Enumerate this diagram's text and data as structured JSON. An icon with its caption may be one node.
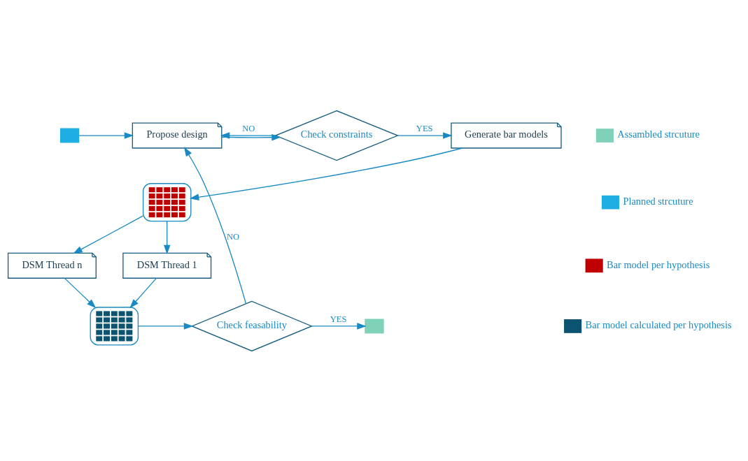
{
  "diagram": {
    "nodes": [
      {
        "text": [],
        "shape": "box"
      },
      {
        "text": [
          "Propose design"
        ]
      },
      {
        "text": [
          "Check constraints"
        ]
      },
      {
        "text": [
          "Generate bar models"
        ]
      },
      {
        "text": [],
        "shape": "box"
      },
      {
        "text": [
          "DSM Thread 1"
        ]
      },
      {
        "text": [
          "DSM Thread n"
        ]
      },
      {
        "text": [],
        "shape": "box"
      },
      {
        "text": [
          "Check feasability"
        ]
      },
      {
        "text": [],
        "shape": "box"
      }
    ],
    "edges": [
      {
        "from": 0,
        "to": 1,
        "arrow": "to"
      },
      {
        "from": 1,
        "to": 2,
        "arrow": "to"
      },
      {
        "from": 2,
        "to": 3,
        "arrow": "to",
        "label": "YES"
      },
      {
        "from": 2,
        "to": 1,
        "arrow": "to",
        "label": "NO"
      },
      {
        "from": 3,
        "to": 4,
        "arrow": "to"
      },
      {
        "from": 4,
        "to": 5,
        "arrow": "to"
      },
      {
        "from": 4,
        "to": 6,
        "arrow": "to"
      },
      {
        "from": 5,
        "to": 7,
        "arrow": "to"
      },
      {
        "from": 6,
        "to": 7,
        "arrow": "to"
      },
      {
        "from": 7,
        "to": 8,
        "arrow": "to"
      },
      {
        "from": 8,
        "to": 1,
        "arrow": "to",
        "label": "NO"
      },
      {
        "from": 8,
        "to": 9,
        "arrow": "to",
        "label": "YES"
      }
    ],
    "legend": [
      {
        "text": "Assambled strcuture",
        "color": "#7fd1b9"
      },
      {
        "text": "Planned strcuture",
        "color": "#1eaee4"
      },
      {
        "text": "Bar model per hypothesis",
        "color": "#c00000"
      },
      {
        "text": "Bar model calculated per hypothesis",
        "color": "#0b5370"
      }
    ]
  }
}
